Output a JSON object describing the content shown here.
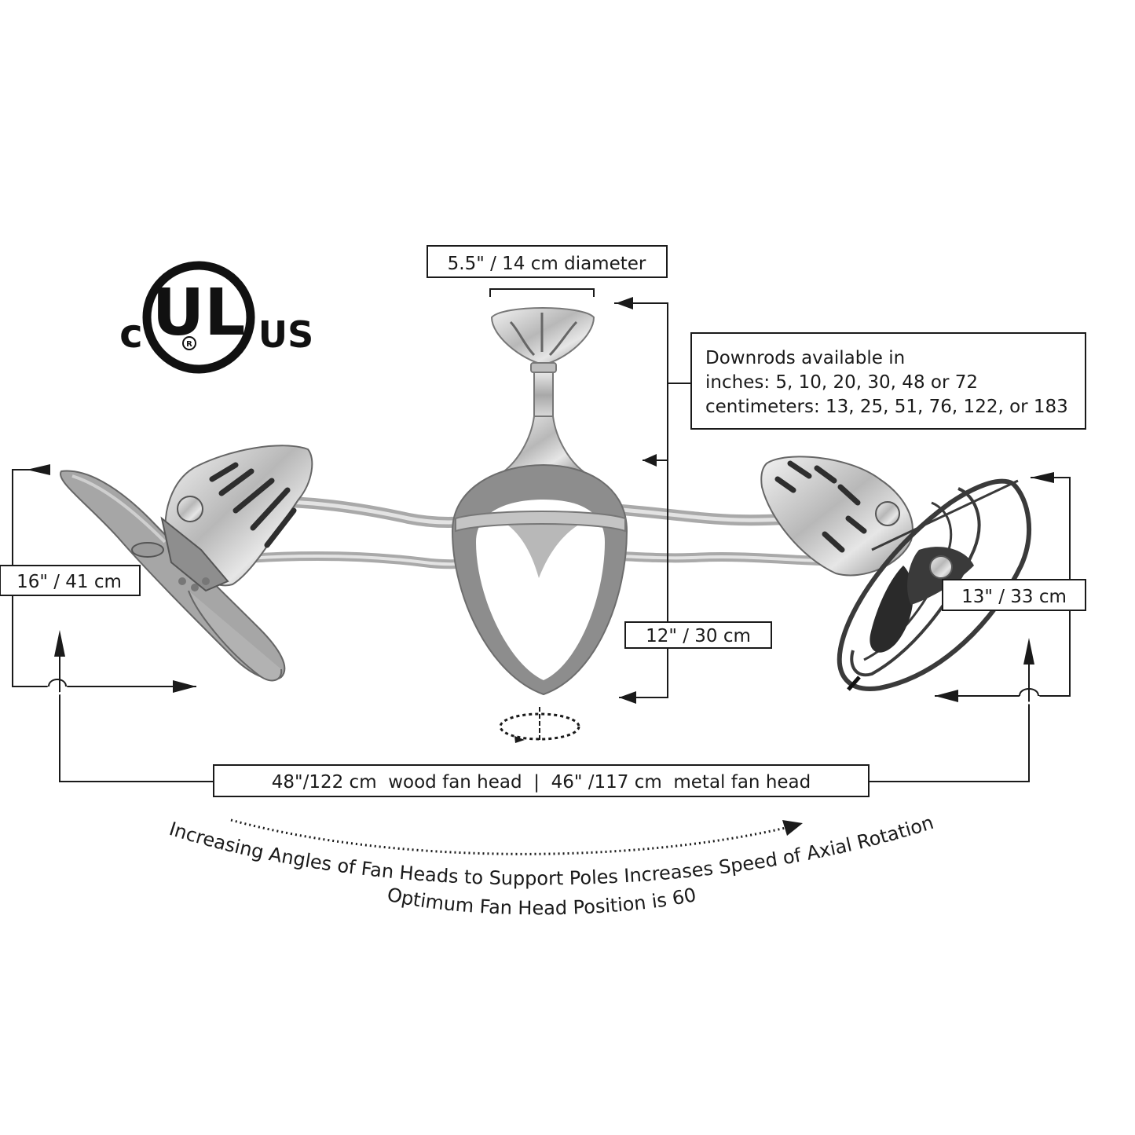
{
  "certification": {
    "left_mark": "c",
    "center_mark": "UL",
    "registered_mark": "R",
    "right_mark": "US"
  },
  "dimensions": {
    "canopy_diameter": "5.5\" / 14 cm diameter",
    "downrods_line1": "Downrods available in",
    "downrods_line2": "inches: 5, 10, 20, 30, 48 or 72",
    "downrods_line3": "centimeters: 13, 25, 51, 76, 122, or 183",
    "left_head_height": "16\" / 41 cm",
    "body_height": "12\" / 30 cm",
    "right_head_height": "13\" / 33 cm",
    "overall_width": "48\"/122 cm  wood fan head  |  46\" /117 cm  metal fan head"
  },
  "notes": {
    "rotation_note": "Increasing Angles of Fan Heads to Support Poles Increases Speed of Axial Rotation",
    "optimum_note": "Optimum Fan Head Position is 60º"
  },
  "colors": {
    "line": "#1a1a1a",
    "metal_light": "#cfcfcf",
    "metal_mid": "#9a9a9a",
    "metal_dark": "#5a5a5a"
  }
}
